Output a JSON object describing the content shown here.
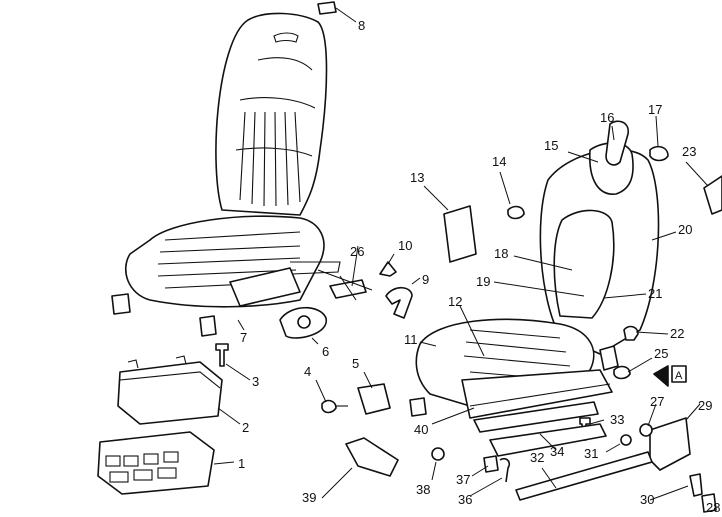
{
  "callouts": [
    "1",
    "2",
    "3",
    "4",
    "5",
    "6",
    "7",
    "8",
    "9",
    "10",
    "11",
    "12",
    "13",
    "14",
    "15",
    "16",
    "17",
    "18",
    "19",
    "20",
    "21",
    "22",
    "23",
    "25",
    "26",
    "27",
    "28",
    "29",
    "30",
    "31",
    "32",
    "33",
    "34",
    "36",
    "37",
    "38",
    "39",
    "40"
  ],
  "view_marker": "A"
}
